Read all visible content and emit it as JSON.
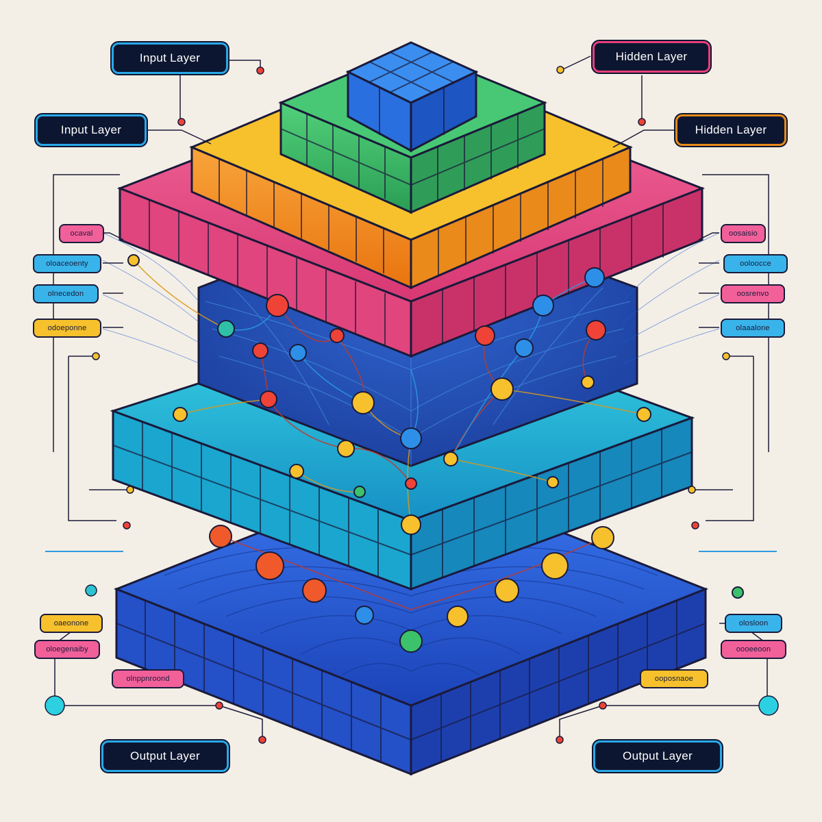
{
  "labels": {
    "top_left_1": "Input Layer",
    "top_left_2": "Input Layer",
    "top_right_1": "Hidden Layer",
    "top_right_2": "Hidden Layer",
    "bottom_left": "Output Layer",
    "bottom_right": "Output Layer"
  },
  "left_pills": [
    "ocaval",
    "oloaceoenty",
    "olnecedon",
    "odoeponne",
    "oaeonone",
    "oloegenaiby",
    "olnppnroond"
  ],
  "right_pills": [
    "oosaisio",
    "ooloocce",
    "oosrenvo",
    "olaaalone",
    "olosloon",
    "oooeeoon",
    "ooposnaoe"
  ],
  "colors": {
    "background": "#f4efe6",
    "pink_layer": "#ef4f86",
    "orange_layer": "#f08a1c",
    "yellow_layer": "#f6c12c",
    "green_layer": "#3cbf6a",
    "top_blue_block": "#2b6ee8",
    "cyan_layer": "#22b8d8",
    "deep_blue_layer": "#2457d6",
    "outline": "#1a1a3a"
  },
  "icons": [
    "node-circle-red",
    "node-circle-yellow",
    "node-circle-blue",
    "node-circle-green"
  ]
}
